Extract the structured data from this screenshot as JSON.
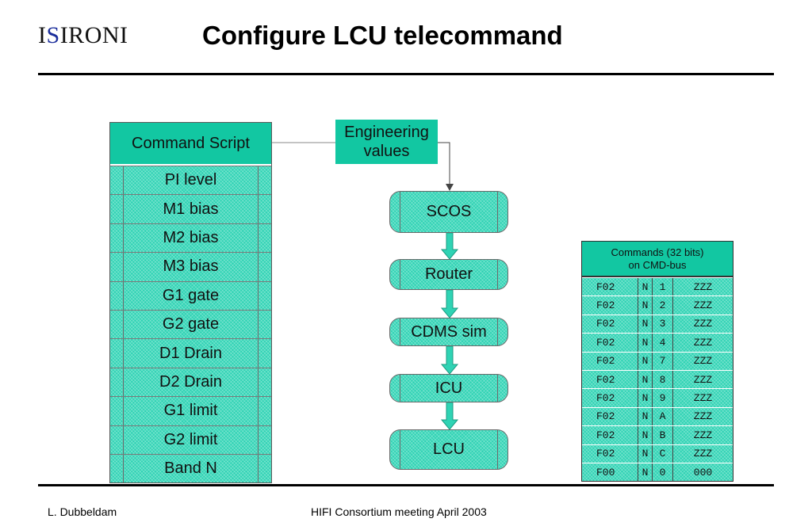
{
  "header": {
    "logo": {
      "left": "I",
      "s": "S",
      "mid": "IRON",
      "right": "I"
    },
    "title": "Configure LCU telecommand"
  },
  "script": {
    "header": "Command Script",
    "items": [
      "PI level",
      "M1 bias",
      "M2 bias",
      "M3 bias",
      "G1 gate",
      "G2 gate",
      "D1 Drain",
      "D2 Drain",
      "G1 limit",
      "G2 limit",
      "Band N"
    ]
  },
  "engineering": {
    "line1": "Engineering",
    "line2": "values"
  },
  "flow": {
    "nodes": [
      "SCOS",
      "Router",
      "CDMS sim",
      "ICU",
      "LCU"
    ]
  },
  "commands": {
    "header_line1": "Commands (32 bits)",
    "header_line2": "on CMD-bus",
    "rows": [
      [
        "F02",
        "N",
        "1",
        "ZZZ"
      ],
      [
        "F02",
        "N",
        "2",
        "ZZZ"
      ],
      [
        "F02",
        "N",
        "3",
        "ZZZ"
      ],
      [
        "F02",
        "N",
        "4",
        "ZZZ"
      ],
      [
        "F02",
        "N",
        "7",
        "ZZZ"
      ],
      [
        "F02",
        "N",
        "8",
        "ZZZ"
      ],
      [
        "F02",
        "N",
        "9",
        "ZZZ"
      ],
      [
        "F02",
        "N",
        "A",
        "ZZZ"
      ],
      [
        "F02",
        "N",
        "B",
        "ZZZ"
      ],
      [
        "F02",
        "N",
        "C",
        "ZZZ"
      ],
      [
        "F00",
        "N",
        "0",
        "000"
      ]
    ]
  },
  "footer": {
    "author": "L. Dubbeldam",
    "event": "HIFI Consortium meeting April 2003"
  },
  "colors": {
    "accent": "#12c7a2",
    "hatch": "#2fd3b4",
    "logo_s": "#1b2e9c"
  }
}
